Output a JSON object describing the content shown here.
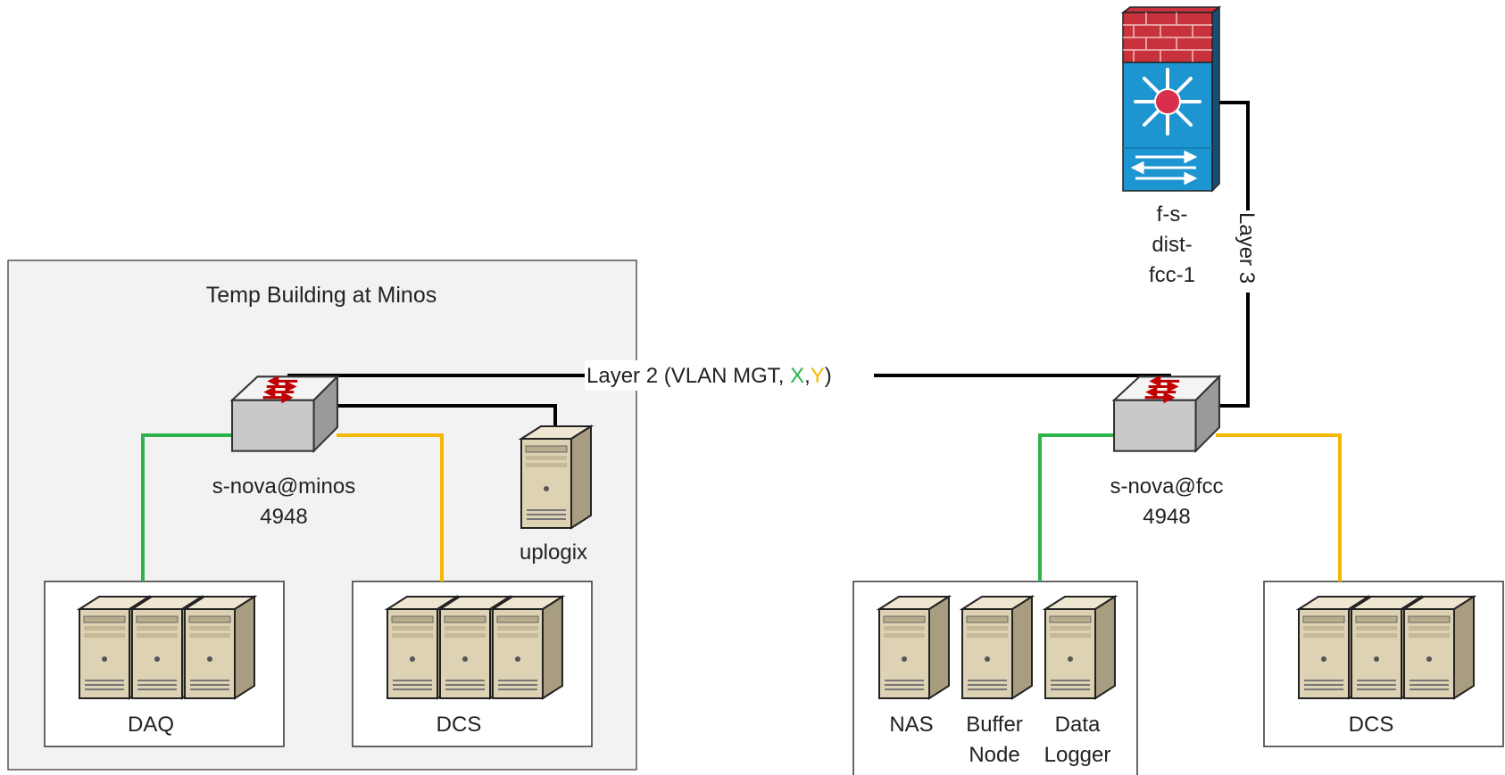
{
  "diagram": {
    "region": {
      "title": "Temp Building at Minos"
    },
    "links": {
      "layer2": {
        "text_pre": "Layer 2 (VLAN MGT, ",
        "x": "X",
        "comma": ",",
        "y": "Y",
        "text_post": ")"
      },
      "layer3": "Layer 3"
    },
    "devices": {
      "firewall": {
        "lines": [
          "f-s-",
          "dist-",
          "fcc-1"
        ]
      },
      "switch_minos": {
        "lines": [
          "s-nova@minos",
          "4948"
        ]
      },
      "switch_fcc": {
        "lines": [
          "s-nova@fcc",
          "4948"
        ]
      },
      "uplogix": {
        "label": "uplogix"
      }
    },
    "groups": {
      "daq": {
        "label": "DAQ"
      },
      "dcs_minos": {
        "label": "DCS"
      },
      "nas": {
        "label": "NAS"
      },
      "buffer_node": {
        "lines": [
          "Buffer",
          "Node"
        ]
      },
      "data_logger": {
        "lines": [
          "Data",
          "Logger"
        ]
      },
      "dcs_fcc": {
        "label": "DCS"
      }
    },
    "colors": {
      "vlan_x": "#2db34a",
      "vlan_y": "#f5b800",
      "trunk": "#000000",
      "region_fill": "#f2f2f2",
      "firewall_red": "#c8323c",
      "router_blue": "#1c95d0"
    }
  }
}
